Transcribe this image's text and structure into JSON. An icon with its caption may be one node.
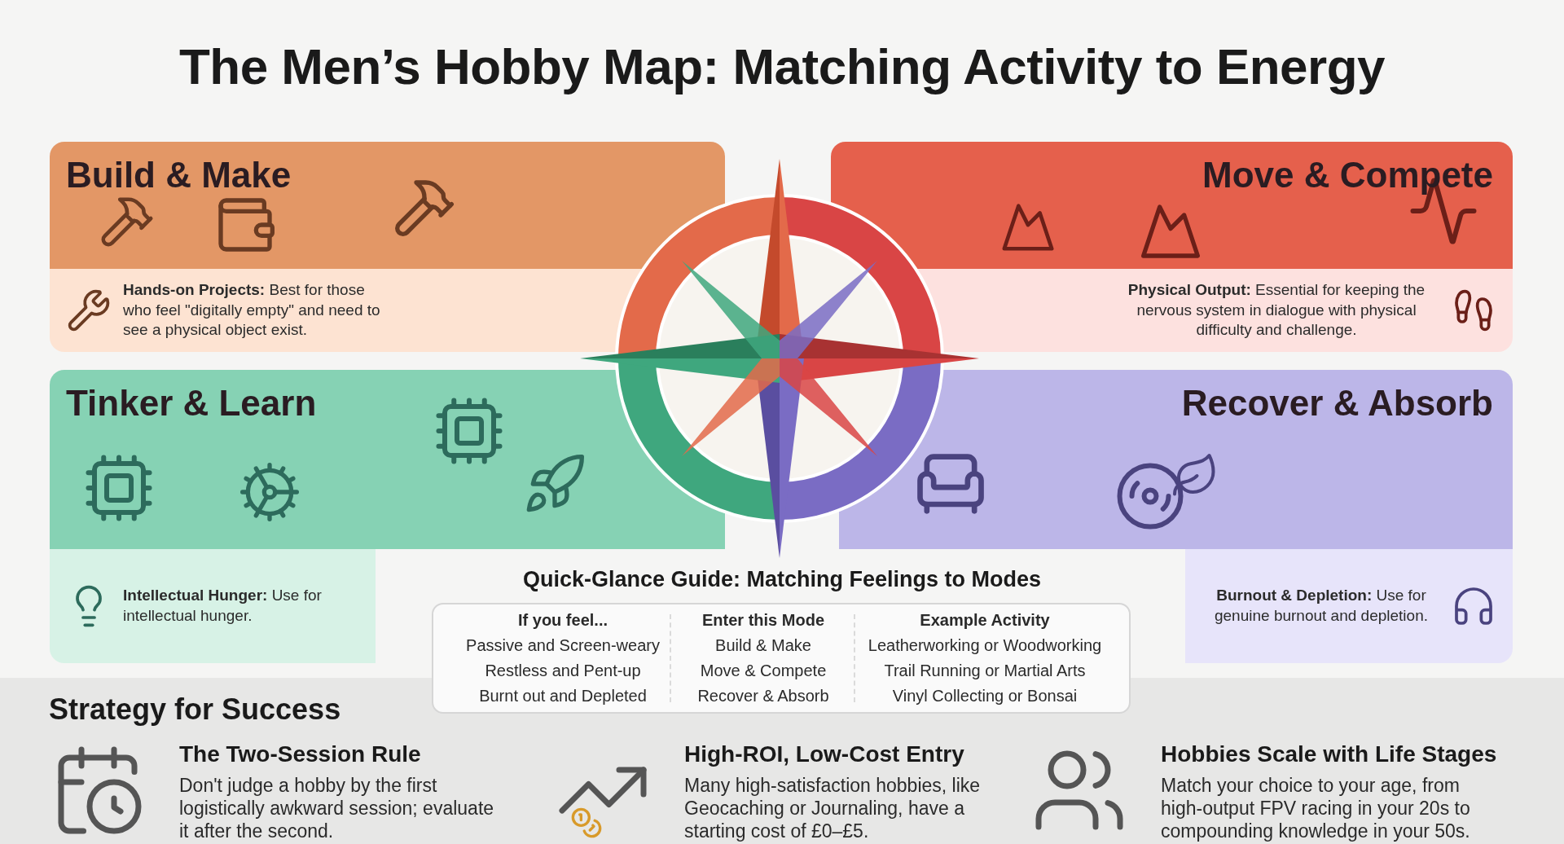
{
  "diagram": {
    "title": "The Men’s Hobby Map: Matching Activity to Energy",
    "nodes": [
      {
        "text": [
          "Build & Make",
          "**Hands-on Projects:** Best for those who feel \"digitally empty\" and need to see a physical object exist."
        ]
      },
      {
        "text": [
          "Move & Compete",
          "**Physical Output:** Essential for keeping the nervous system in dialogue with physical difficulty and challenge."
        ]
      },
      {
        "text": [
          "Tinker & Learn",
          "**Intellectual Hunger:** Use for intellectual hunger."
        ]
      },
      {
        "text": [
          "Recover & Absorb",
          "**Burnout & Depletion:** Use for genuine burnout and depletion."
        ]
      }
    ],
    "labels": [
      "Quick-Glance Guide: Matching Feelings to Modes",
      "If you feel...",
      "Enter this Mode",
      "Example Activity",
      "Passive and Screen-weary",
      "Build & Make",
      "Leatherworking or Woodworking",
      "Restless and Pent-up",
      "Move & Compete",
      "Trail Running or Martial Arts",
      "Burnt out and Depleted",
      "Recover & Absorb",
      "Vinyl Collecting or Bonsai",
      "Strategy for Success",
      "The Two-Session Rule",
      "Don't judge a hobby by the first logistically awkward session; evaluate it after the second.",
      "High-ROI, Low-Cost Entry",
      "Many high-satisfaction hobbies, like Geocaching or Journaling, have a starting cost of £0–£5.",
      "Hobbies Scale with Life Stages",
      "Match your choice to your age, from high-output FPV racing in your 20s to compounding knowledge in your 50s."
    ]
  }
}
